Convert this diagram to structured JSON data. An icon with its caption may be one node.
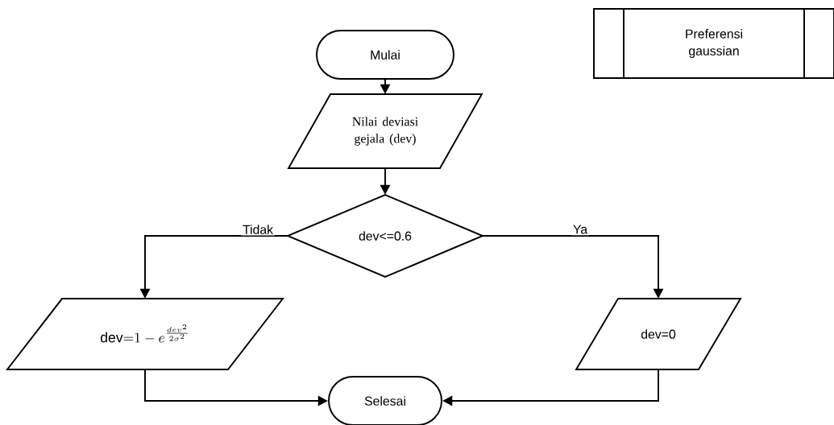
{
  "diagram": {
    "nodes": [
      {
        "text": [
          "Mulai"
        ]
      },
      {
        "text": [
          "Preferensi gaussian"
        ]
      },
      {
        "text": [
          "Nilai deviasi gejala (dev)"
        ]
      },
      {
        "text": [
          "dev<=0.6"
        ]
      },
      {
        "text": [
          "\\mathrm{dev}{=}1-e^{\\frac{dev^2}{2\\sigma^2}}"
        ]
      },
      {
        "text": [
          "dev=0"
        ]
      },
      {
        "text": [
          "Selesai"
        ]
      }
    ],
    "edges": [
      {
        "from": 0,
        "to": 2,
        "arrow": "to"
      },
      {
        "from": 2,
        "to": 3,
        "arrow": "to"
      },
      {
        "from": 3,
        "to": 4,
        "arrow": "to",
        "label": "Tidak"
      },
      {
        "from": 3,
        "to": 5,
        "arrow": "to",
        "label": "Ya"
      },
      {
        "from": 4,
        "to": 6,
        "arrow": "to"
      },
      {
        "from": 5,
        "to": 6,
        "arrow": "to"
      }
    ]
  }
}
